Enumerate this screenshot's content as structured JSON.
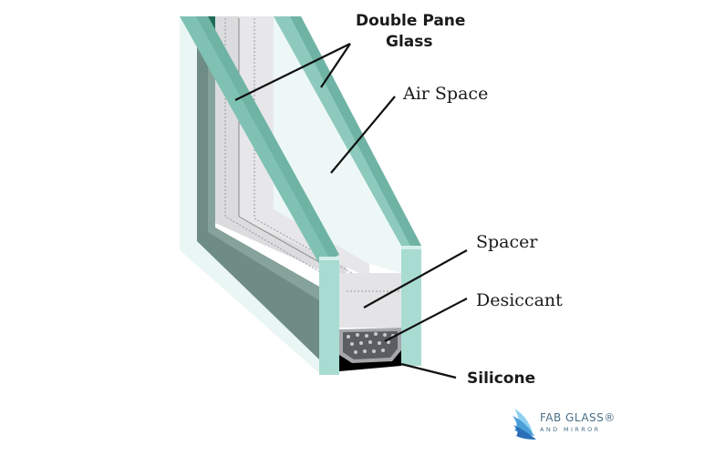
{
  "labels": {
    "double_pane_line1": "Double Pane",
    "double_pane_line2": "Glass",
    "air_space": "Air Space",
    "spacer": "Spacer",
    "desiccant": "Desiccant",
    "silicone": "Silicone"
  },
  "logo": {
    "title": "FAB GLASS®",
    "subtitle": "AND MIRROR",
    "icon": "wing-icon"
  },
  "colors": {
    "glass_edge": "#7fc2b4",
    "glass_edge_dark": "#5e9e90",
    "glass_face": "#e8f5f3",
    "frame_dark": "#6e8c84",
    "spacer_gray": "#dcdcde",
    "desiccant": "#5a5d62",
    "silicone": "#000000",
    "logo_blue": "#4a9fd8"
  }
}
